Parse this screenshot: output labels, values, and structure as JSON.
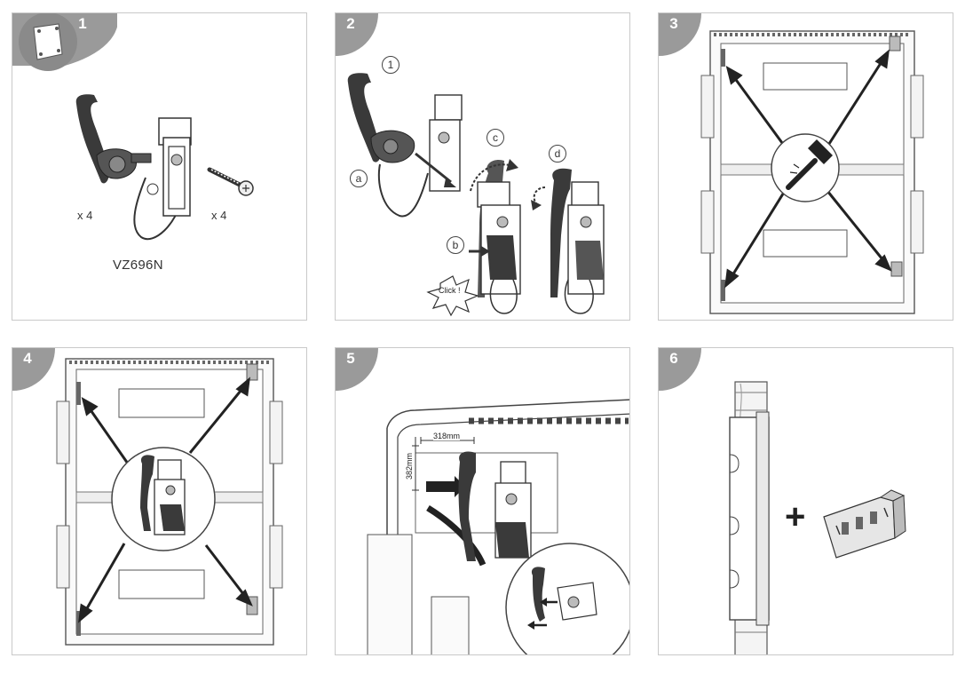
{
  "steps": [
    {
      "number": "1"
    },
    {
      "number": "2"
    },
    {
      "number": "3"
    },
    {
      "number": "4"
    },
    {
      "number": "5"
    },
    {
      "number": "6"
    }
  ],
  "step1": {
    "qty_bracket": "x 4",
    "qty_screw": "x 4",
    "model": "VZ696N"
  },
  "step2": {
    "callout_1": "1",
    "callout_a": "a",
    "callout_b": "b",
    "callout_c": "c",
    "callout_d": "d",
    "click_text": "Click !"
  },
  "step5": {
    "dim_width": "318mm",
    "dim_height": "382mm"
  },
  "step6": {
    "plus_symbol": "+"
  },
  "colors": {
    "tab_gray": "#9a9a9a",
    "part_dark": "#3a3a3a",
    "line": "#333333",
    "panel_border": "#c9c9c9"
  }
}
